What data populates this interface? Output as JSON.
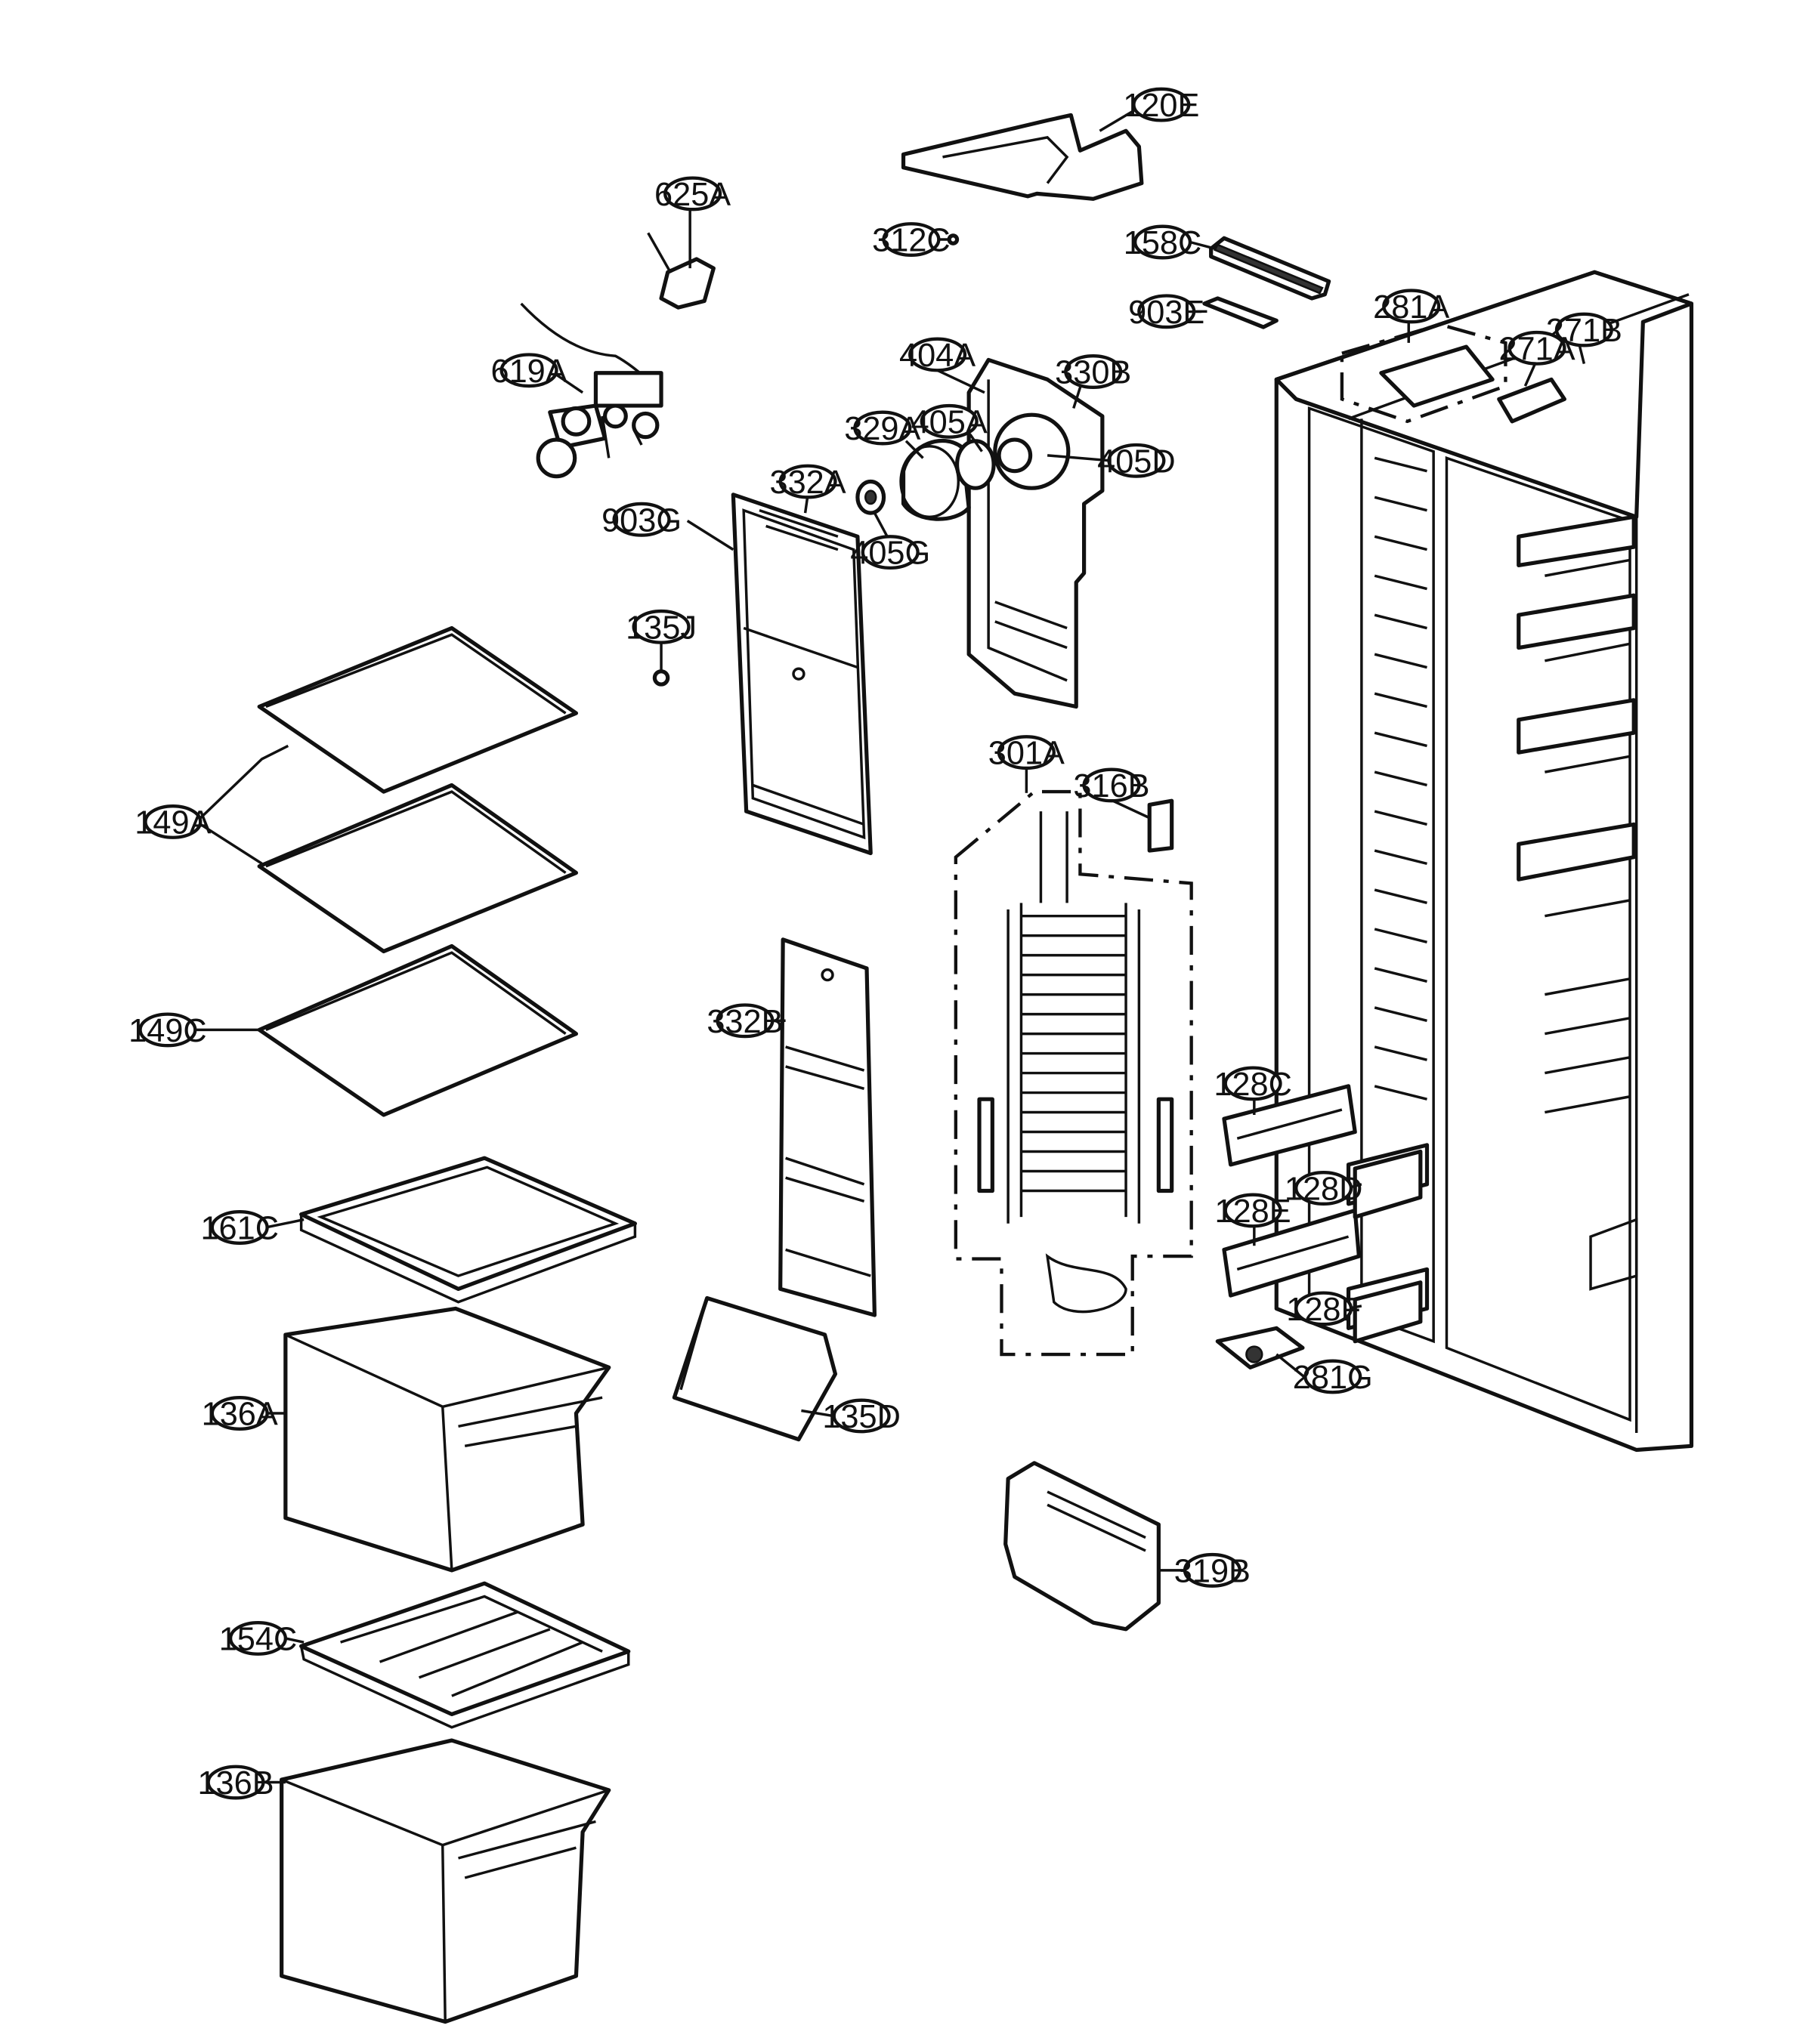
{
  "diagram": {
    "callouts": [
      {
        "key": "c120E",
        "label": "120E"
      },
      {
        "key": "c625A",
        "label": "625A"
      },
      {
        "key": "c312C",
        "label": "312C"
      },
      {
        "key": "c158C",
        "label": "158C"
      },
      {
        "key": "c903E",
        "label": "903E"
      },
      {
        "key": "c281A",
        "label": "281A"
      },
      {
        "key": "c271B",
        "label": "271B"
      },
      {
        "key": "c271A",
        "label": "271A"
      },
      {
        "key": "c619A",
        "label": "619A"
      },
      {
        "key": "c404A",
        "label": "404A"
      },
      {
        "key": "c330B",
        "label": "330B"
      },
      {
        "key": "c329A",
        "label": "329A"
      },
      {
        "key": "c405A",
        "label": "405A"
      },
      {
        "key": "c405D",
        "label": "405D"
      },
      {
        "key": "c332A",
        "label": "332A"
      },
      {
        "key": "c903G",
        "label": "903G"
      },
      {
        "key": "c405G",
        "label": "405G"
      },
      {
        "key": "c135J",
        "label": "135J"
      },
      {
        "key": "c301A",
        "label": "301A"
      },
      {
        "key": "c316B",
        "label": "316B"
      },
      {
        "key": "c149A",
        "label": "149A"
      },
      {
        "key": "c332B",
        "label": "332B"
      },
      {
        "key": "c149C",
        "label": "149C"
      },
      {
        "key": "c128C",
        "label": "128C"
      },
      {
        "key": "c128D",
        "label": "128D"
      },
      {
        "key": "c128E",
        "label": "128E"
      },
      {
        "key": "c161C",
        "label": "161C"
      },
      {
        "key": "c128F",
        "label": "128F"
      },
      {
        "key": "c281G",
        "label": "281G"
      },
      {
        "key": "c136A",
        "label": "136A"
      },
      {
        "key": "c135D",
        "label": "135D"
      },
      {
        "key": "c319B",
        "label": "319B"
      },
      {
        "key": "c154C",
        "label": "154C"
      },
      {
        "key": "c136B",
        "label": "136B"
      }
    ],
    "part_icons": [
      "cabinet",
      "shelf",
      "drawer",
      "crisper-cover",
      "evaporator",
      "fan-motor",
      "water-valve",
      "shroud"
    ]
  }
}
